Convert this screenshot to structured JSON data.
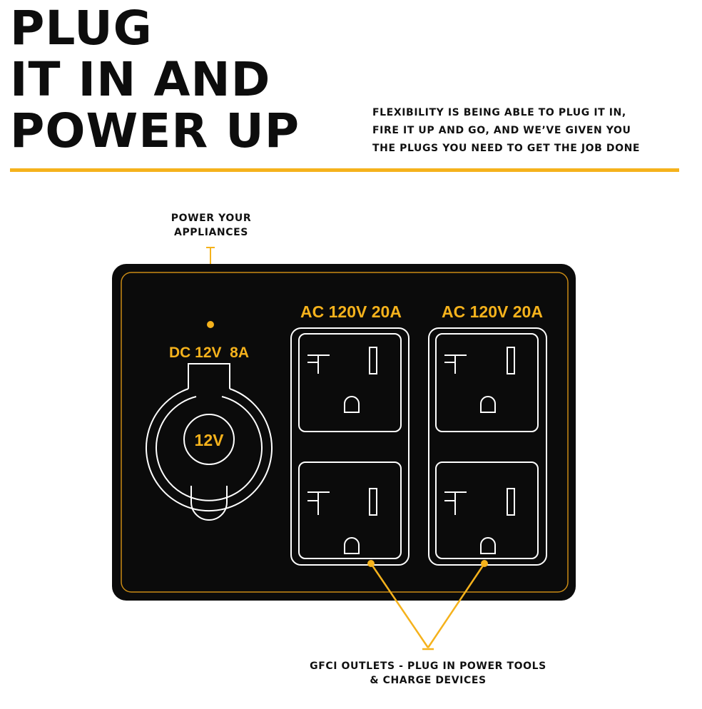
{
  "headline": {
    "lines": [
      "PLUG",
      "IT IN AND",
      "POWER UP"
    ]
  },
  "tagline": {
    "lines": [
      "FLEXIBILITY IS BEING ABLE TO PLUG IT IN,",
      "FIRE IT UP AND GO, AND WE’VE GIVEN YOU",
      "THE PLUGS YOU NEED TO GET THE JOB DONE"
    ]
  },
  "callouts": {
    "appliances": [
      "POWER YOUR",
      "APPLIANCES"
    ],
    "gfci": [
      "GFCI OUTLETS - PLUG IN POWER TOOLS",
      "& CHARGE DEVICES"
    ]
  },
  "panel": {
    "dc_label": "DC 12V  8A",
    "dc_socket_label": "12V",
    "ac_labels": [
      "AC 120V 20A",
      "AC 120V 20A"
    ]
  },
  "colors": {
    "accent": "#f5b21c",
    "panel": "#0b0b0b",
    "outline": "#ffffff"
  },
  "icons": [
    "dc-12v-socket-icon",
    "ac-outlet-icon"
  ]
}
